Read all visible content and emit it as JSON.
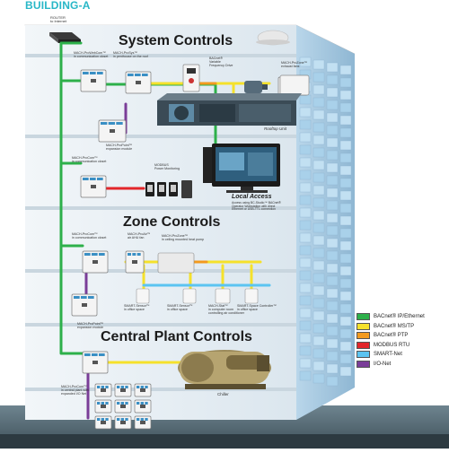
{
  "header": {
    "building_title": "BUILDING-A",
    "router_label": "ROUTER\nto Internet"
  },
  "sections": {
    "system": "System Controls",
    "zone": "Zone Controls",
    "central": "Central Plant Controls"
  },
  "system_devices": {
    "maxc_prowebcom": "MACH-ProWebCom™\nin communication closet",
    "maxc_prosys": "MACH-ProSys™\nin penthouse on the roof",
    "bacnet_vfd": "BACnet®\nVariable\nFrequency Drive",
    "maxc_prozone_exhaust": "MACH-ProZone™\nexhaust fans",
    "maxc_propoint": "MACH-ProPoint™\nexpansion module",
    "rooftop_unit": "Rooftop Unit",
    "maxc_procom": "MACH-ProCom™\nin communication closet",
    "modbus_power": "MODBUS\nPower Monitoring"
  },
  "local_access": {
    "title": "Local Access",
    "description": "Access using BC-Studio™ BACnet®\nOperator Workstation with direct\nEthernet or USB-TTL connection"
  },
  "zone_devices": {
    "maxc_procom_zone": "MACH-ProCom™\nin communication closet",
    "maxc_proair": "MACH-ProAir™\nair AHU fan",
    "maxc_prozone_heatpump": "MACH-ProZone™\nin ceiling mounted heat pump",
    "maxc_propoint_zone": "MACH-ProPoint™\nexpansion module",
    "smart_sensor_1": "SMART-Sensor™\nin office space",
    "smart_sensor_2": "SMART-Sensor™\nin office space",
    "maxc_stat": "MACH-Stat™\nin computer room\ncontrolling air conditioner",
    "smart_space_controller": "SMART-Space Controller™\nin office space"
  },
  "central_devices": {
    "maxc_procom_plant": "MACH-ProCom™\nin central plant with\nexpanded I/O Net",
    "chiller": "Chiller"
  },
  "legend": [
    {
      "label": "BACnet® IP/Ethernet",
      "color": "#2db04a"
    },
    {
      "label": "BACnet® MS/TP",
      "color": "#f5e12b"
    },
    {
      "label": "BACnet® PTP",
      "color": "#f39a1e"
    },
    {
      "label": "MODBUS RTU",
      "color": "#e2262a"
    },
    {
      "label": "SMART-Net",
      "color": "#5bc4f1"
    },
    {
      "label": "I/O-Net",
      "color": "#7a3d98"
    }
  ],
  "colors": {
    "building_face": "#dce9f1",
    "window_blue": "#a9d1ea",
    "title_teal": "#28b7c7"
  }
}
